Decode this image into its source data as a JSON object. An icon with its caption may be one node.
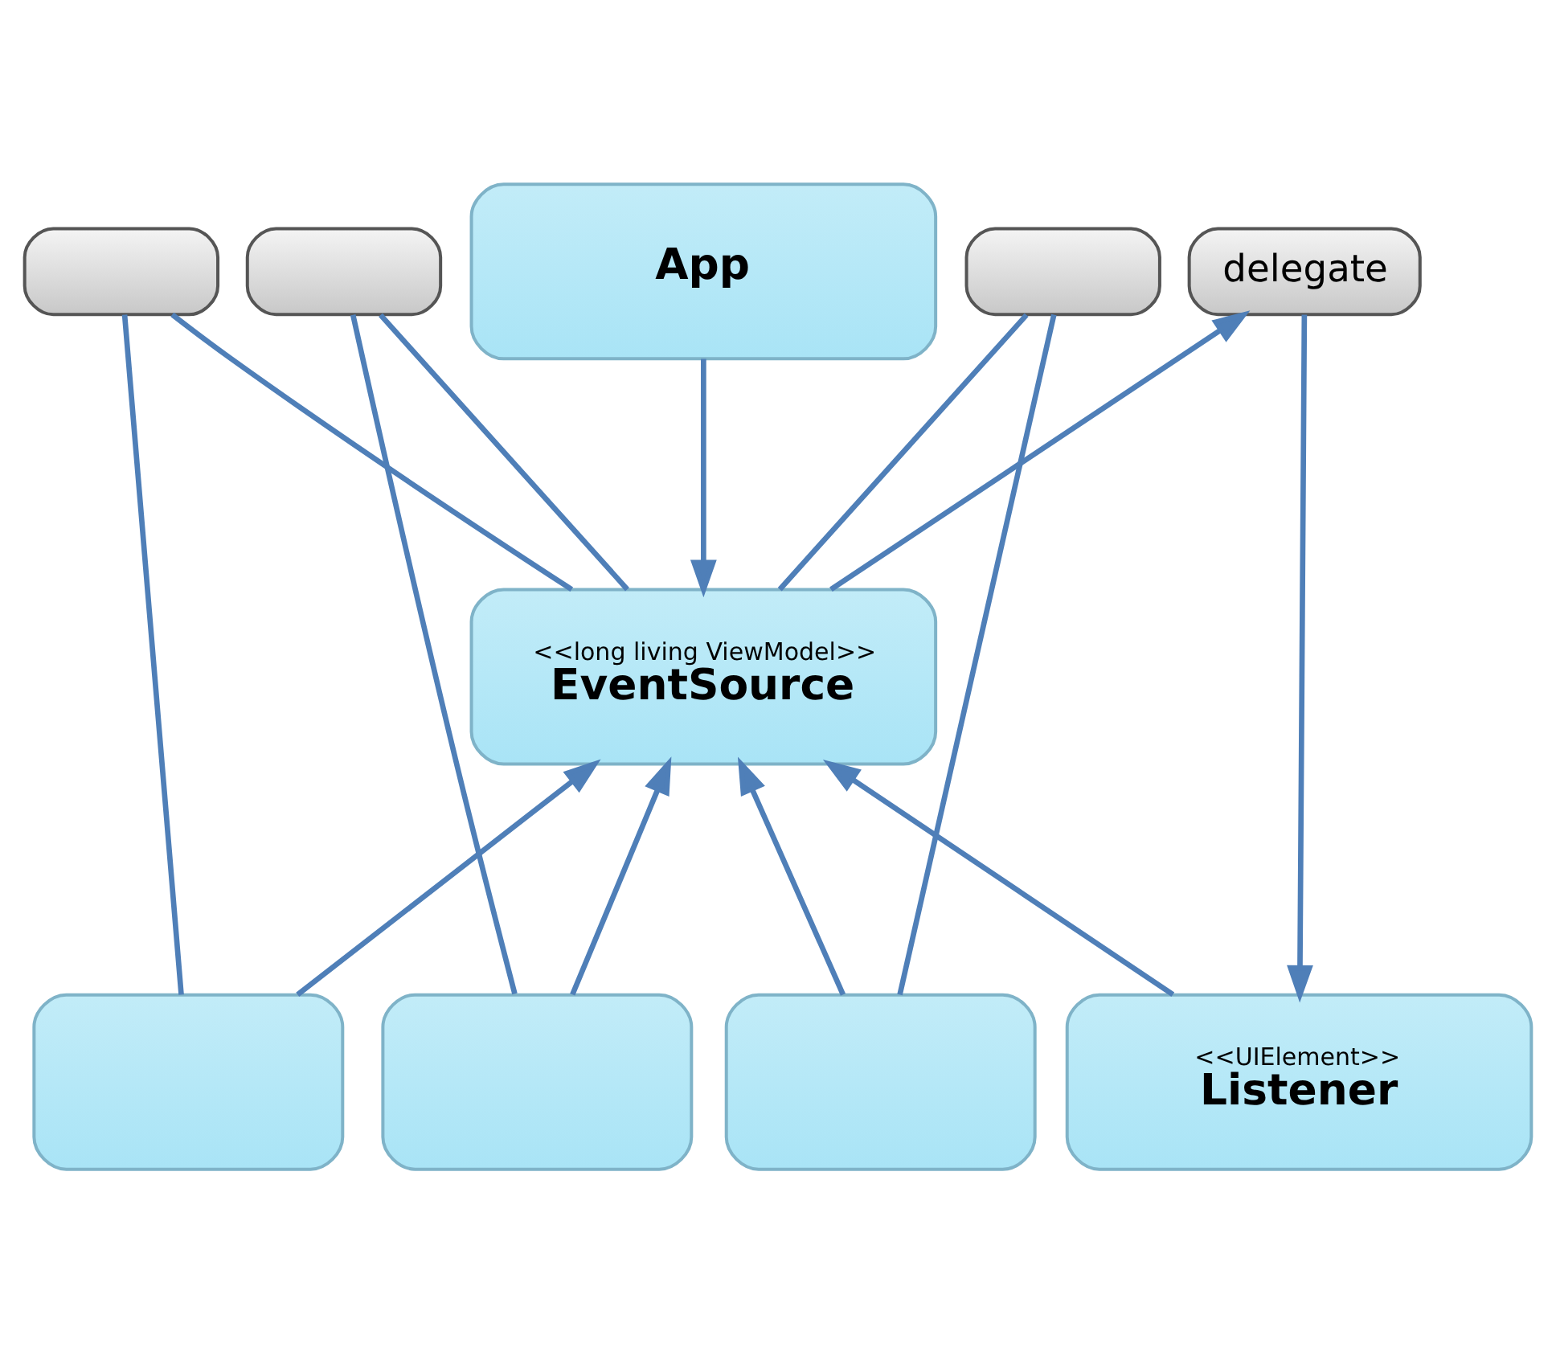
{
  "diagram": {
    "nodes": [
      {
        "text": [],
        "shape": "box"
      },
      {
        "text": [],
        "shape": "box"
      },
      {
        "text": [],
        "shape": "box"
      },
      {
        "text": [
          "<<UIElement>>",
          "Listener"
        ]
      },
      {
        "text": [
          "App"
        ]
      },
      {
        "text": [],
        "shape": "box"
      },
      {
        "text": [],
        "shape": "box"
      },
      {
        "text": [],
        "shape": "box"
      },
      {
        "text": [
          "delegate"
        ]
      },
      {
        "text": [
          "<<long living ViewModel>>",
          "EventSource"
        ]
      }
    ],
    "edges": [
      {
        "from": 0,
        "to": 9,
        "arrow": "to"
      },
      {
        "from": 1,
        "to": 9,
        "arrow": "to"
      },
      {
        "from": 2,
        "to": 9,
        "arrow": "to"
      },
      {
        "from": 3,
        "to": 9,
        "arrow": "to"
      },
      {
        "from": 9,
        "to": 5,
        "arrow": "none"
      },
      {
        "from": 9,
        "to": 6,
        "arrow": "none"
      },
      {
        "from": 9,
        "to": 7,
        "arrow": "none"
      },
      {
        "from": 9,
        "to": 8,
        "arrow": "to"
      },
      {
        "from": 5,
        "to": 0,
        "arrow": "none"
      },
      {
        "from": 6,
        "to": 1,
        "arrow": "none"
      },
      {
        "from": 7,
        "to": 2,
        "arrow": "none"
      },
      {
        "from": 8,
        "to": 3,
        "arrow": "to"
      },
      {
        "from": 4,
        "to": 9,
        "arrow": "to"
      }
    ]
  }
}
